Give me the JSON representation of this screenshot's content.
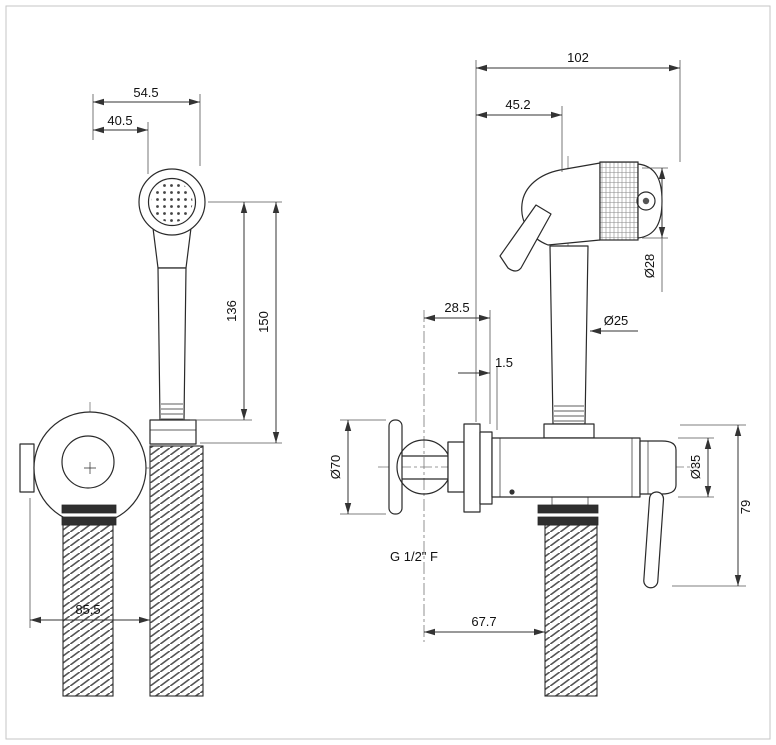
{
  "page": {
    "background": "#ffffff",
    "line_color": "#2a2a2a"
  },
  "front_view": {
    "dim_head_width": "54.5",
    "dim_spray_face_width": "40.5",
    "dim_handle_length": "136",
    "dim_head_height": "150",
    "dim_base_width": "85.5"
  },
  "side_view": {
    "dim_overall_depth": "102",
    "dim_head_depth": "45.2",
    "dim_spray_diameter": "Ø28",
    "dim_wall_to_axis": "28.5",
    "dim_handle_diameter": "Ø25",
    "dim_plate_thickness": "1.5",
    "dim_plate_diameter": "Ø70",
    "thread_spec": "G 1/2\" F",
    "dim_axis_to_hose": "67.7",
    "dim_body_diameter": "Ø35",
    "dim_lever_length": "79"
  }
}
